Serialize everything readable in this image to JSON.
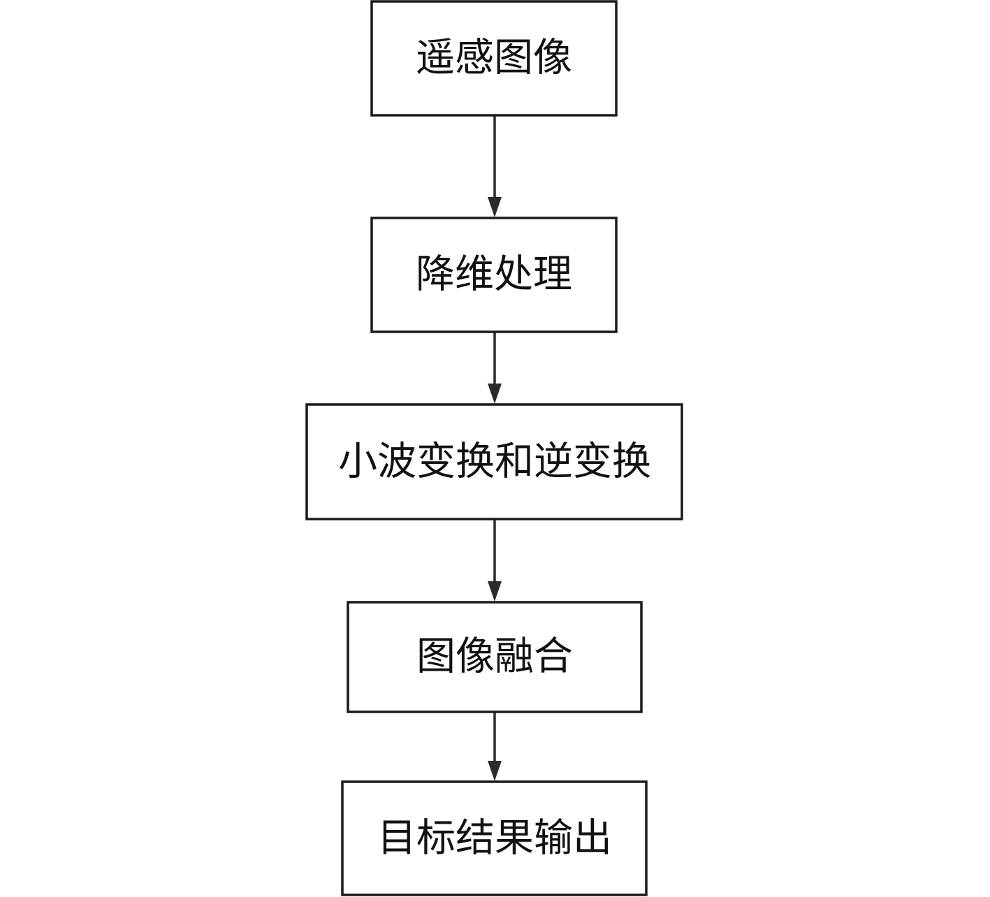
{
  "diagram": {
    "type": "flowchart",
    "direction": "top-to-bottom",
    "colors": {
      "border": "#1a1a1a",
      "arrow": "#2b2b2b",
      "text": "#111111",
      "background": "#ffffff"
    },
    "nodes": [
      {
        "id": "n1",
        "label": "遥感图像"
      },
      {
        "id": "n2",
        "label": "降维处理"
      },
      {
        "id": "n3",
        "label": "小波变换和逆变换"
      },
      {
        "id": "n4",
        "label": "图像融合"
      },
      {
        "id": "n5",
        "label": "目标结果输出"
      }
    ],
    "edges": [
      {
        "from": "n1",
        "to": "n2"
      },
      {
        "from": "n2",
        "to": "n3"
      },
      {
        "from": "n3",
        "to": "n4"
      },
      {
        "from": "n4",
        "to": "n5"
      }
    ]
  }
}
